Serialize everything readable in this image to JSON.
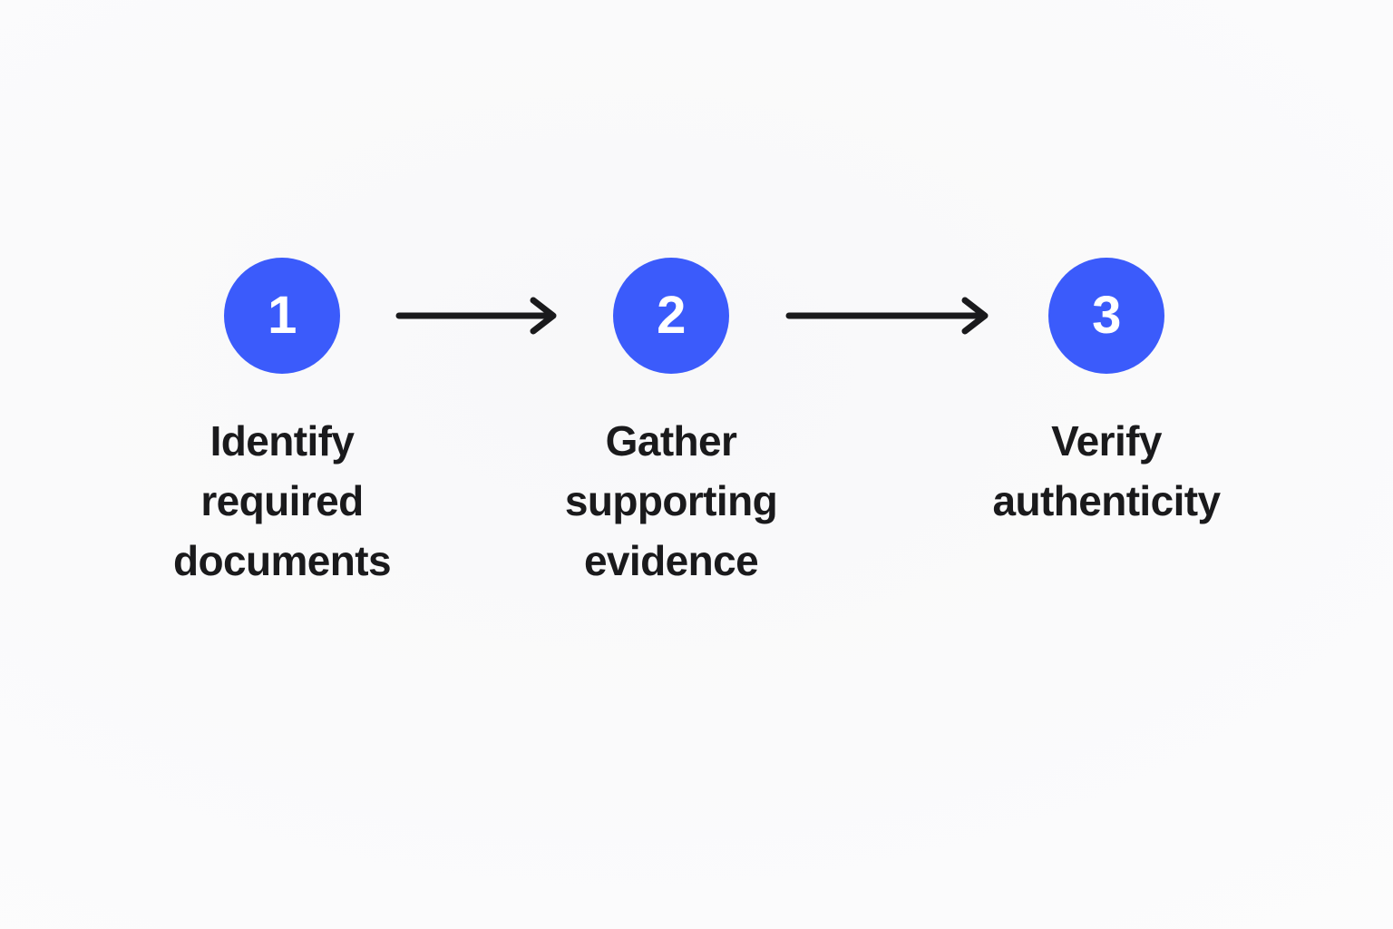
{
  "diagram": {
    "type": "horizontal-process-flow",
    "background_color": "#fafafa",
    "accent_color": "#3b5bfb",
    "text_color": "#1a1a1c",
    "arrow_color": "#1a1a1c",
    "steps": [
      {
        "number": "1",
        "label": "Identify\nrequired\ndocuments"
      },
      {
        "number": "2",
        "label": "Gather\nsupporting\nevidence"
      },
      {
        "number": "3",
        "label": "Verify\nauthenticity"
      }
    ],
    "connectors": [
      {
        "from": "1",
        "to": "2",
        "icon": "arrow-right-icon"
      },
      {
        "from": "2",
        "to": "3",
        "icon": "arrow-right-icon"
      }
    ]
  }
}
